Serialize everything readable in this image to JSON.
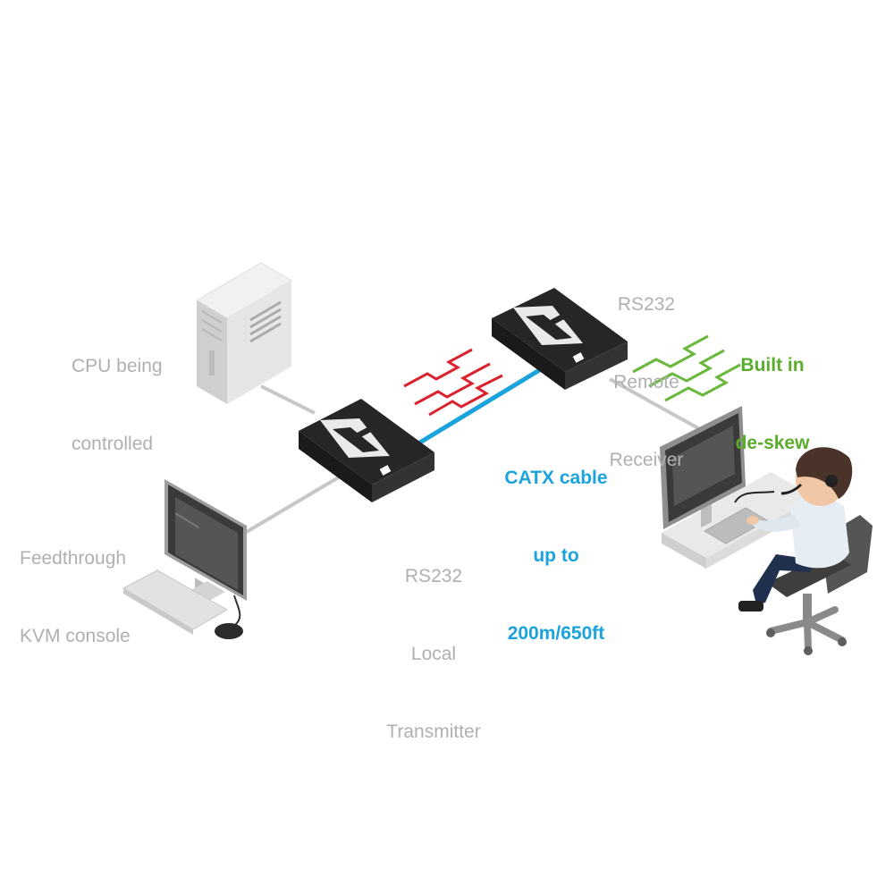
{
  "labels": {
    "cpu": [
      "CPU being",
      "controlled"
    ],
    "feedthrough": [
      "Feedthrough",
      "KVM console"
    ],
    "local": [
      "RS232",
      "Local",
      "Transmitter"
    ],
    "remote": [
      "RS232",
      "Remote",
      "Receiver"
    ],
    "cable": [
      "CATX cable",
      "up to",
      "200m/650ft"
    ],
    "deskew": [
      "Built in",
      "de-skew"
    ]
  },
  "colors": {
    "label_gray": "#b0b0b0",
    "cable_blue": "#1aa3dc",
    "deskew_green": "#5aad2c",
    "signal_red": "#d9232e",
    "device_black": "#222222",
    "connector_gray": "#c7c7c7"
  },
  "icons": [
    "tower-pc-icon",
    "kvm-transmitter-icon",
    "kvm-receiver-icon",
    "monitor-icon",
    "keyboard-icon",
    "mouse-icon",
    "user-at-desk-icon",
    "office-chair-icon"
  ]
}
